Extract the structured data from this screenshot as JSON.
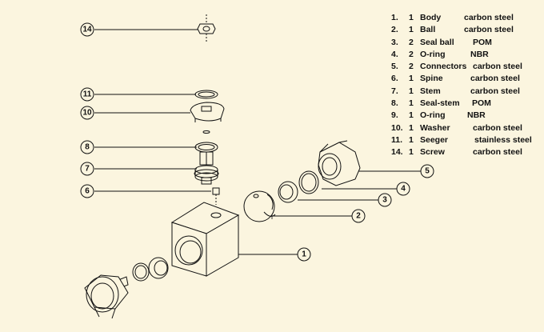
{
  "parts_list": [
    {
      "num": "1.",
      "qty": "1",
      "name": "Body",
      "material": "carbon steel"
    },
    {
      "num": "2.",
      "qty": "1",
      "name": "Ball",
      "material": "carbon steel"
    },
    {
      "num": "3.",
      "qty": "2",
      "name": "Seal ball",
      "material": "POM"
    },
    {
      "num": "4.",
      "qty": "2",
      "name": "O-ring",
      "material": "NBR"
    },
    {
      "num": "5.",
      "qty": "2",
      "name": "Connectors",
      "material": "carbon steel"
    },
    {
      "num": "6.",
      "qty": "1",
      "name": "Spine",
      "material": "carbon steel"
    },
    {
      "num": "7.",
      "qty": "1",
      "name": "Stem",
      "material": "carbon steel"
    },
    {
      "num": "8.",
      "qty": "1",
      "name": "Seal-stem",
      "material": "POM"
    },
    {
      "num": "9.",
      "qty": "1",
      "name": "O-ring",
      "material": "NBR"
    },
    {
      "num": "10.",
      "qty": "1",
      "name": "Washer",
      "material": "carbon steel"
    },
    {
      "num": "11.",
      "qty": "1",
      "name": "Seeger",
      "material": "stainless steel"
    },
    {
      "num": "14.",
      "qty": "1",
      "name": "Screw",
      "material": "carbon steel"
    }
  ],
  "callouts": {
    "c14": "14",
    "c11": "11",
    "c10": "10",
    "c8": "8",
    "c7": "7",
    "c6": "6",
    "c5": "5",
    "c4": "4",
    "c3": "3",
    "c2": "2",
    "c1": "1"
  },
  "colors": {
    "background": "#fbf5df",
    "ink": "#111111"
  }
}
